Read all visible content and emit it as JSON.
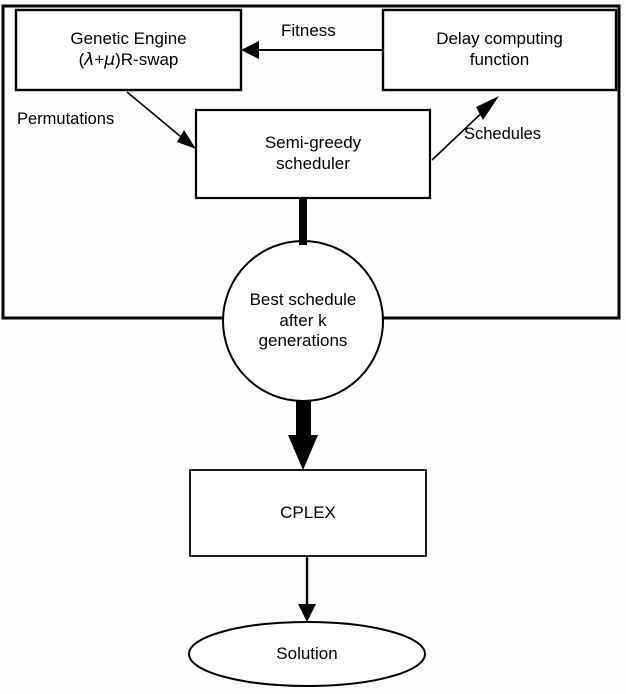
{
  "diagram": {
    "title": "Hybrid genetic algorithm / CPLEX scheduling flowchart",
    "stroke_color": "#000000",
    "fill_color": "#ffffff",
    "background_color": "#fdfdfb",
    "outer_frame": {
      "name": "genetic-algorithm-loop-frame"
    },
    "nodes": [
      {
        "id": "genetic-engine",
        "shape": "rectangle",
        "line1": "Genetic Engine",
        "line2_prefix": "(",
        "line2_lambda": "λ",
        "line2_plus": "+",
        "line2_mu": "μ",
        "line2_suffix": ")R-swap"
      },
      {
        "id": "delay-computing-function",
        "shape": "rectangle",
        "line1": "Delay computing",
        "line2": "function"
      },
      {
        "id": "semi-greedy-scheduler",
        "shape": "rectangle",
        "line1": "Semi-greedy",
        "line2": "scheduler"
      },
      {
        "id": "best-schedule",
        "shape": "circle",
        "line1": "Best schedule",
        "line2": "after k",
        "line3": "generations"
      },
      {
        "id": "cplex",
        "shape": "rectangle",
        "line1": "CPLEX"
      },
      {
        "id": "solution",
        "shape": "ellipse",
        "line1": "Solution"
      }
    ],
    "edges": [
      {
        "id": "fitness",
        "label": "Fitness",
        "from": "delay-computing-function",
        "to": "genetic-engine",
        "style": "thin-arrow"
      },
      {
        "id": "permutations",
        "label": "Permutations",
        "from": "genetic-engine",
        "to": "semi-greedy-scheduler",
        "style": "thin-arrow"
      },
      {
        "id": "schedules",
        "label": "Schedules",
        "from": "semi-greedy-scheduler",
        "to": "delay-computing-function",
        "style": "thin-arrow"
      },
      {
        "id": "scheduler-to-best-schedule",
        "label": "",
        "from": "semi-greedy-scheduler",
        "to": "best-schedule",
        "style": "thick-bar"
      },
      {
        "id": "best-schedule-to-cplex",
        "label": "",
        "from": "best-schedule",
        "to": "cplex",
        "style": "thick-arrow"
      },
      {
        "id": "cplex-to-solution",
        "label": "",
        "from": "cplex",
        "to": "solution",
        "style": "thin-arrow"
      }
    ]
  }
}
